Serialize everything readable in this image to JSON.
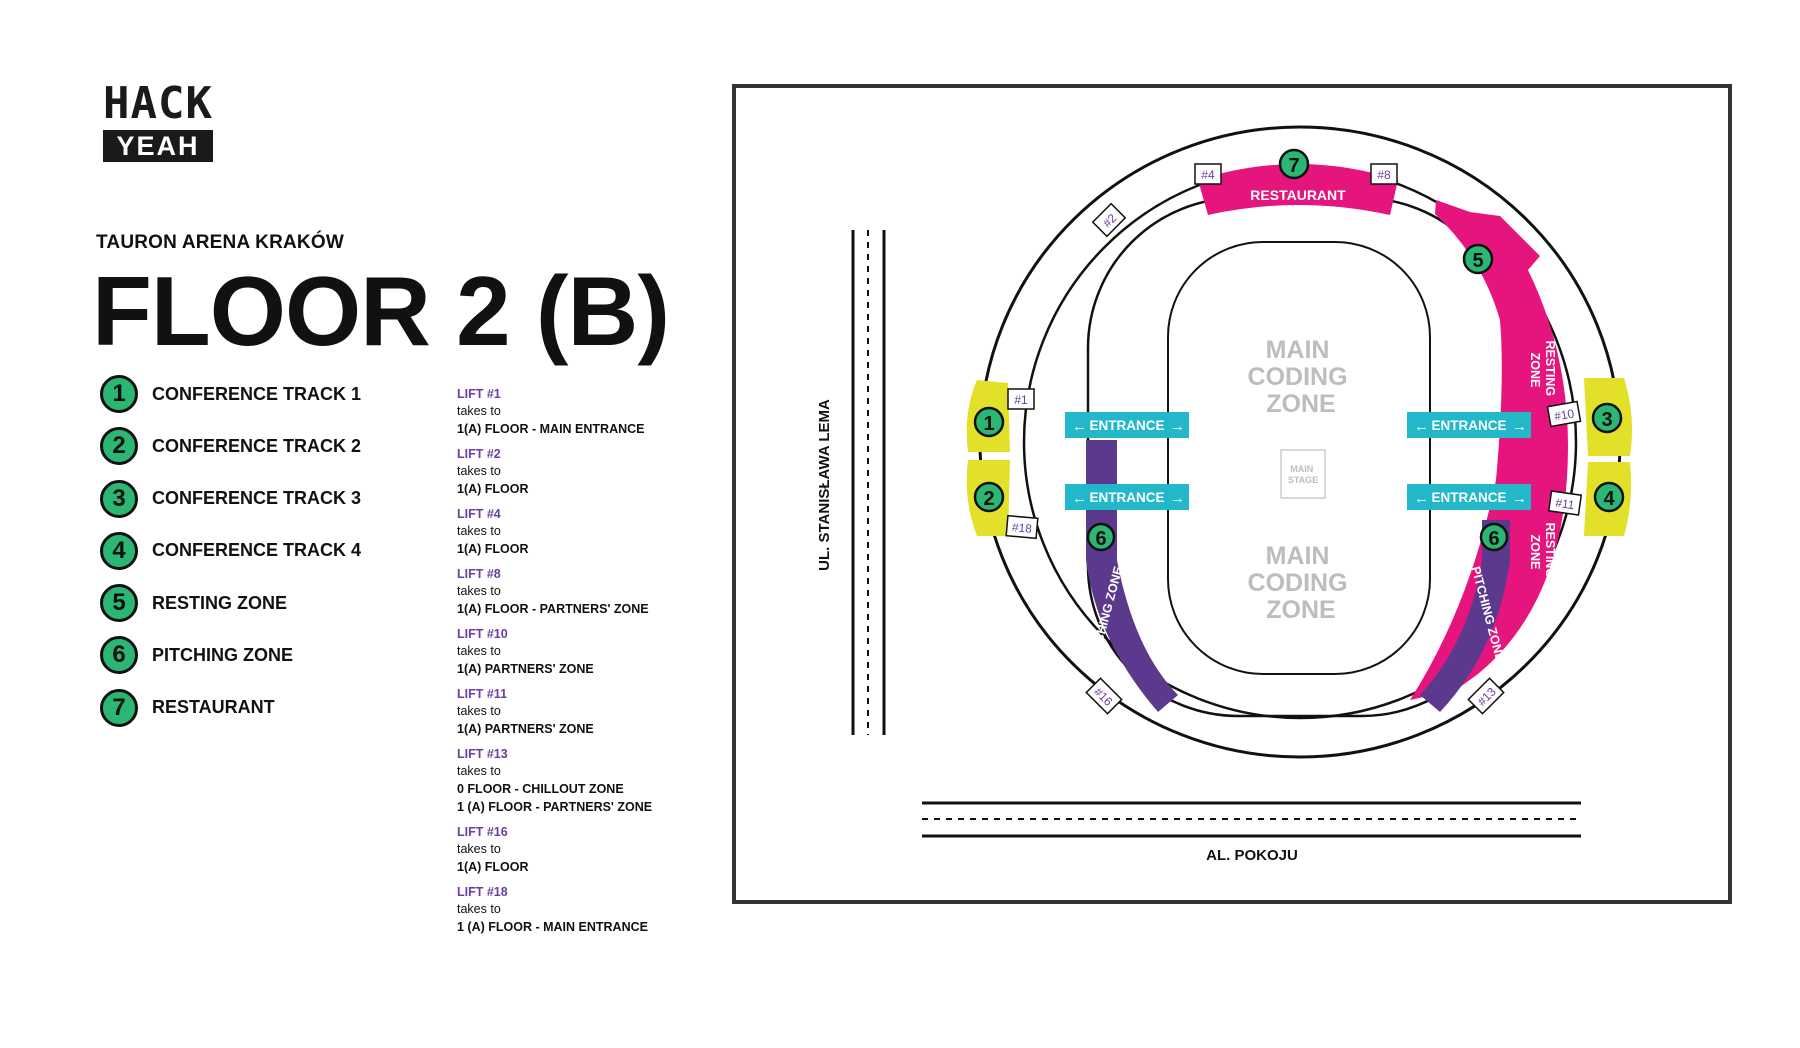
{
  "logo": {
    "top_text": "HACK",
    "bottom_text": "YEAH"
  },
  "venue": "TAURON ARENA KRAKÓW",
  "floor_title": "FLOOR 2 (B)",
  "legend": [
    {
      "number": "1",
      "label": "CONFERENCE TRACK 1"
    },
    {
      "number": "2",
      "label": "CONFERENCE TRACK 2"
    },
    {
      "number": "3",
      "label": "CONFERENCE TRACK 3"
    },
    {
      "number": "4",
      "label": "CONFERENCE TRACK 4"
    },
    {
      "number": "5",
      "label": "RESTING ZONE"
    },
    {
      "number": "6",
      "label": "PITCHING ZONE"
    },
    {
      "number": "7",
      "label": "RESTAURANT"
    }
  ],
  "lifts": [
    {
      "name": "LIFT #1",
      "takes": "takes to",
      "destinations": [
        "1(A) FLOOR - MAIN ENTRANCE"
      ]
    },
    {
      "name": "LIFT #2",
      "takes": "takes to",
      "destinations": [
        "1(A) FLOOR"
      ]
    },
    {
      "name": "LIFT #4",
      "takes": "takes to",
      "destinations": [
        "1(A) FLOOR"
      ]
    },
    {
      "name": "LIFT #8",
      "takes": "takes to",
      "destinations": [
        "1(A) FLOOR - PARTNERS' ZONE"
      ]
    },
    {
      "name": "LIFT #10",
      "takes": "takes to",
      "destinations": [
        "1(A) PARTNERS' ZONE"
      ]
    },
    {
      "name": "LIFT #11",
      "takes": "takes to",
      "destinations": [
        "1(A) PARTNERS' ZONE"
      ]
    },
    {
      "name": "LIFT #13",
      "takes": "takes to",
      "destinations": [
        "0 FLOOR - CHILLOUT ZONE",
        "1 (A) FLOOR - PARTNERS' ZONE"
      ]
    },
    {
      "name": "LIFT #16",
      "takes": "takes to",
      "destinations": [
        "1(A) FLOOR"
      ]
    },
    {
      "name": "LIFT #18",
      "takes": "takes to",
      "destinations": [
        "1 (A) FLOOR - MAIN ENTRANCE"
      ]
    }
  ],
  "map": {
    "colors": {
      "restaurant": "#e6157e",
      "resting_zone": "#e6157e",
      "pitching_zone": "#5b3a8e",
      "conference": "#e3e02a",
      "badge": "#2bb673",
      "entrance": "#22b8c9",
      "lift_text": "#6b3fa0",
      "stage_text": "#bdbdbd"
    },
    "restaurant_label": "RESTAURANT",
    "resting_zone_label": [
      "RESTING",
      "ZONE"
    ],
    "pitching_zone_label": "PITCHING ZONE",
    "main_coding_zone_label": [
      "MAIN",
      "CODING",
      "ZONE"
    ],
    "main_stage_label": [
      "MAIN",
      "STAGE"
    ],
    "entrance_label": "ENTRANCE",
    "entrance_arrow_left": "←",
    "entrance_arrow_right": "→",
    "street_left": "UL. STANISŁAWA LEMA",
    "street_bottom": "AL. POKOJU",
    "lift_tags": [
      "#1",
      "#2",
      "#4",
      "#8",
      "#10",
      "#11",
      "#13",
      "#16",
      "#18"
    ],
    "zone_numbers": [
      "1",
      "2",
      "3",
      "4",
      "5",
      "6",
      "7"
    ]
  }
}
